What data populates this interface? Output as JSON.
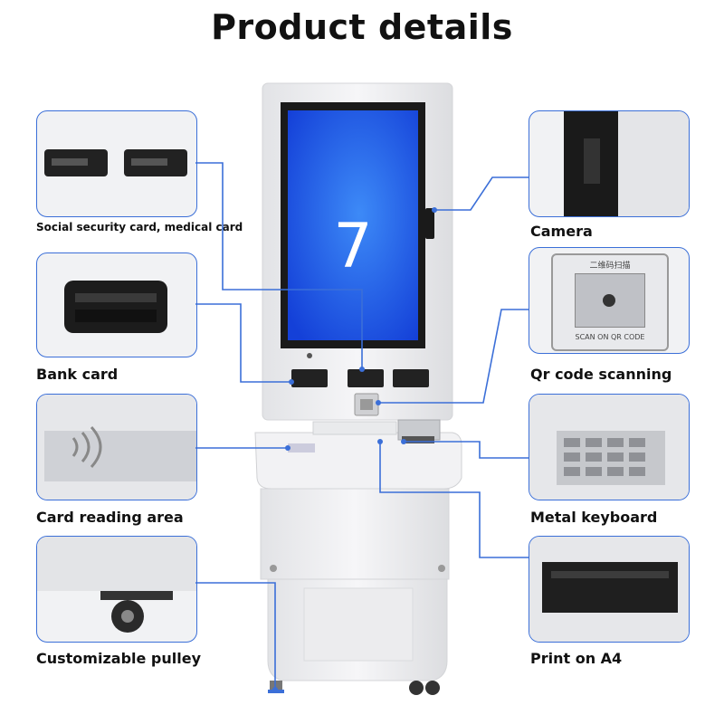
{
  "title": "Product details",
  "screen_digit": "7",
  "qr_panel": {
    "header": "二维码扫描",
    "footer": "SCAN ON QR CODE"
  },
  "features_left": [
    {
      "label": "Social security card, medical card"
    },
    {
      "label": "Bank card"
    },
    {
      "label": "Card reading area"
    },
    {
      "label": "Customizable pulley"
    }
  ],
  "features_right": [
    {
      "label": "Camera"
    },
    {
      "label": "Qr code scanning"
    },
    {
      "label": "Metal keyboard"
    },
    {
      "label": "Print on A4"
    }
  ],
  "colors": {
    "accent": "#3b6fd8",
    "screen": "#1f55e8",
    "kiosk_body": "#eeeff1",
    "text": "#111111"
  }
}
